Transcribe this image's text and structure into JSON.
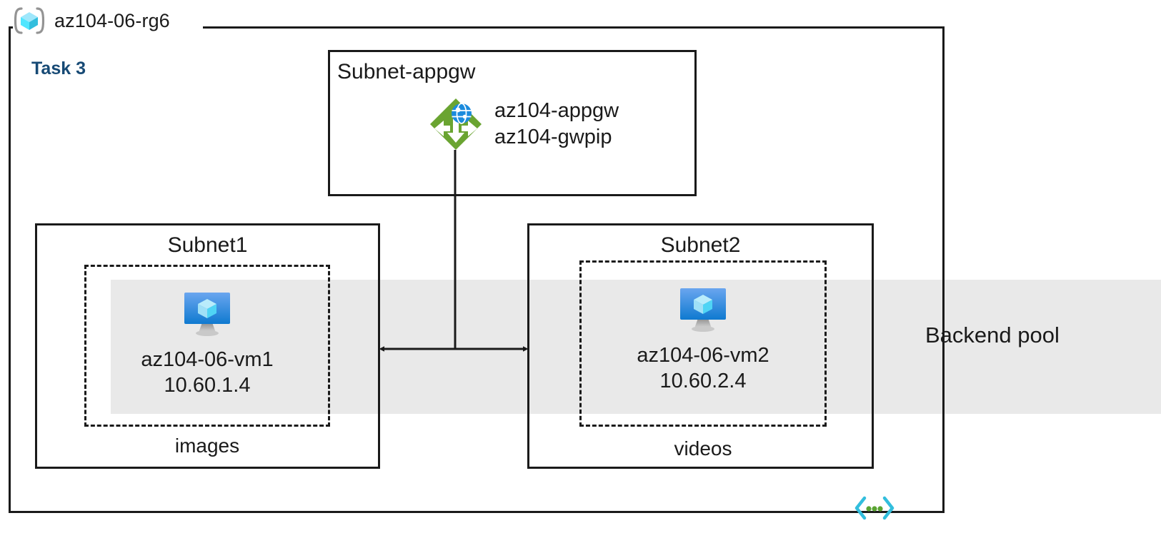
{
  "diagram": {
    "type": "azure-architecture",
    "resource_group": {
      "name": "az104-06-rg6",
      "icon": "resource-group-icon"
    },
    "task_label": "Task 3",
    "backend_pool": {
      "label": "Backend pool",
      "band_color": "#e9e9e9"
    },
    "subnets": [
      {
        "id": "subnet-appgw",
        "title": "Subnet-appgw",
        "resources": [
          {
            "icon": "application-gateway-icon",
            "lines": [
              "az104-appgw",
              "az104-gwpip"
            ]
          }
        ]
      },
      {
        "id": "subnet1",
        "title": "Subnet1",
        "vm": {
          "icon": "virtual-machine-icon",
          "name": "az104-06-vm1",
          "ip": "10.60.1.4"
        },
        "storage_label": "images"
      },
      {
        "id": "subnet2",
        "title": "Subnet2",
        "vm": {
          "icon": "virtual-machine-icon",
          "name": "az104-06-vm2",
          "ip": "10.60.2.4"
        },
        "storage_label": "videos"
      }
    ],
    "connectors": [
      {
        "from": "subnet-appgw",
        "to": "subnet1",
        "style": "arrow-left"
      },
      {
        "from": "subnet-appgw",
        "to": "subnet2",
        "style": "arrow-right"
      }
    ],
    "corner_icon": "virtual-network-icon",
    "colors": {
      "task_accent": "#174a75",
      "line": "#1a1a1a",
      "appgw_green": "#6aa431",
      "vm_blue": "#1b8bdd",
      "cube_cyan": "#9fe7fb",
      "vnet_cyan": "#32bedd",
      "vnet_green": "#5aa432",
      "rg_bracket_gray": "#949494"
    }
  }
}
